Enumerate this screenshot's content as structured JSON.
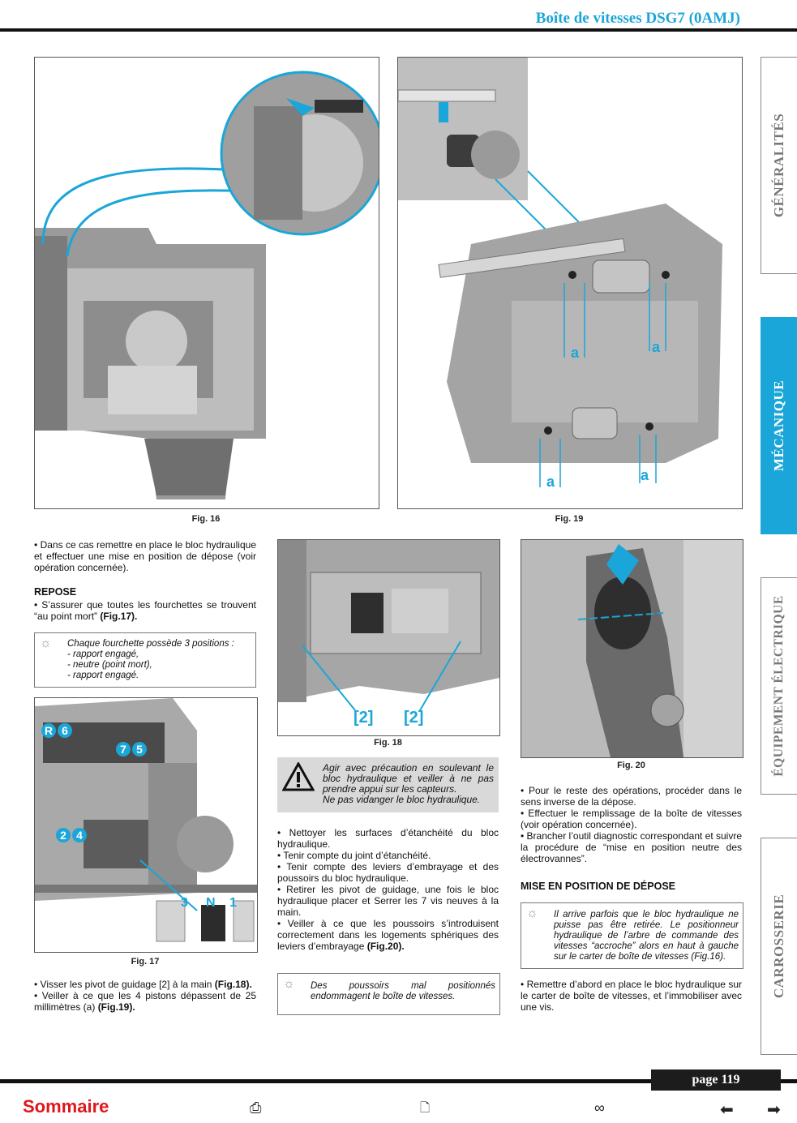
{
  "header": {
    "title": "Boîte de vitesses DSG7 (0AMJ)"
  },
  "side_tabs": [
    {
      "label": "GÉNÉRALITÉS",
      "active": false
    },
    {
      "label": "MÉCANIQUE",
      "active": true
    },
    {
      "label": "ÉQUIPEMENT ÉLECTRIQUE",
      "active": false
    },
    {
      "label": "CARROSSERIE",
      "active": false
    }
  ],
  "figures": {
    "fig16": {
      "caption": "Fig. 16"
    },
    "fig19": {
      "caption": "Fig. 19",
      "labels": [
        "a",
        "a",
        "a",
        "a"
      ]
    },
    "fig18": {
      "caption": "Fig. 18",
      "labels": [
        "[2]",
        "[2]"
      ]
    },
    "fig17": {
      "caption": "Fig. 17",
      "labels": [
        "R",
        "6",
        "7",
        "5",
        "2",
        "4",
        "3",
        "N",
        "1"
      ]
    },
    "fig20": {
      "caption": "Fig. 20"
    }
  },
  "col1": {
    "p1": "• Dans ce cas remettre en place le bloc hydraulique et effectuer une mise en position de dépose (voir opération concernée).",
    "repose_heading": "REPOSE",
    "p2": "• S’assurer que toutes les fourchettes se trouvent “au point mort”",
    "p2_ref": "(Fig.17).",
    "note_lines": [
      "Chaque fourchette possède 3 positions :",
      "- rapport engagé,",
      "- neutre (point mort),",
      "- rapport engagé."
    ],
    "p3a": "• Visser les pivot de guidage [2] à la main",
    "p3a_ref": "(Fig.18).",
    "p3b": "• Veiller à ce que les 4 pistons dépassent de 25 millimètres (a)",
    "p3b_ref": "(Fig.19)."
  },
  "col2": {
    "warning": [
      "Agir avec précaution en soulevant le bloc hydraulique et veiller à ne pas prendre appui sur les capteurs.",
      "Ne pas vidanger le bloc hydraulique."
    ],
    "p1": "• Nettoyer les surfaces d’étanchéité du bloc hydraulique.",
    "p2": "• Tenir compte du joint d’étanchéité.",
    "p3": "• Tenir compte des leviers d’embrayage et des poussoirs du bloc hydraulique.",
    "p4": "• Retirer les pivot de guidage, une fois le bloc hydraulique placer et Serrer les 7 vis neuves à la main.",
    "p5": "• Veiller à ce que les poussoirs s’introduisent correctement dans les logements sphériques des leviers d’embrayage",
    "p5_ref": "(Fig.20).",
    "note": "Des poussoirs mal positionnés endommagent le boîte de vitesses."
  },
  "col3": {
    "p1": "• Pour le reste des opérations, procéder dans le sens inverse de la dépose.",
    "p2": "• Effectuer le remplissage de la boîte de vitesses (voir opération concernée).",
    "p3": "• Brancher l’outil diagnostic correspondant et suivre la procédure de “mise en position neutre des électrovannes”.",
    "heading": "MISE EN POSITION DE DÉPOSE",
    "note": "Il arrive parfois que le bloc hydraulique ne puisse pas être retirée. Le positionneur hydraulique de l’arbre de commande des vitesses “accroche” alors en haut à gauche sur le carter de boîte de vitesses (Fig.16).",
    "p4": "• Remettre d’abord en place le bloc hydraulique sur le carter de boîte de vitesses, et l’immobiliser avec une vis."
  },
  "footer": {
    "page": "page 119",
    "sommaire": "Sommaire",
    "icons": [
      "printer-icon",
      "zoom-page-icon",
      "binoculars-icon",
      "arrow-left-icon",
      "arrow-right-icon"
    ]
  },
  "colors": {
    "accent": "#1aa6d8",
    "red": "#e0161c",
    "dark": "#111111"
  }
}
